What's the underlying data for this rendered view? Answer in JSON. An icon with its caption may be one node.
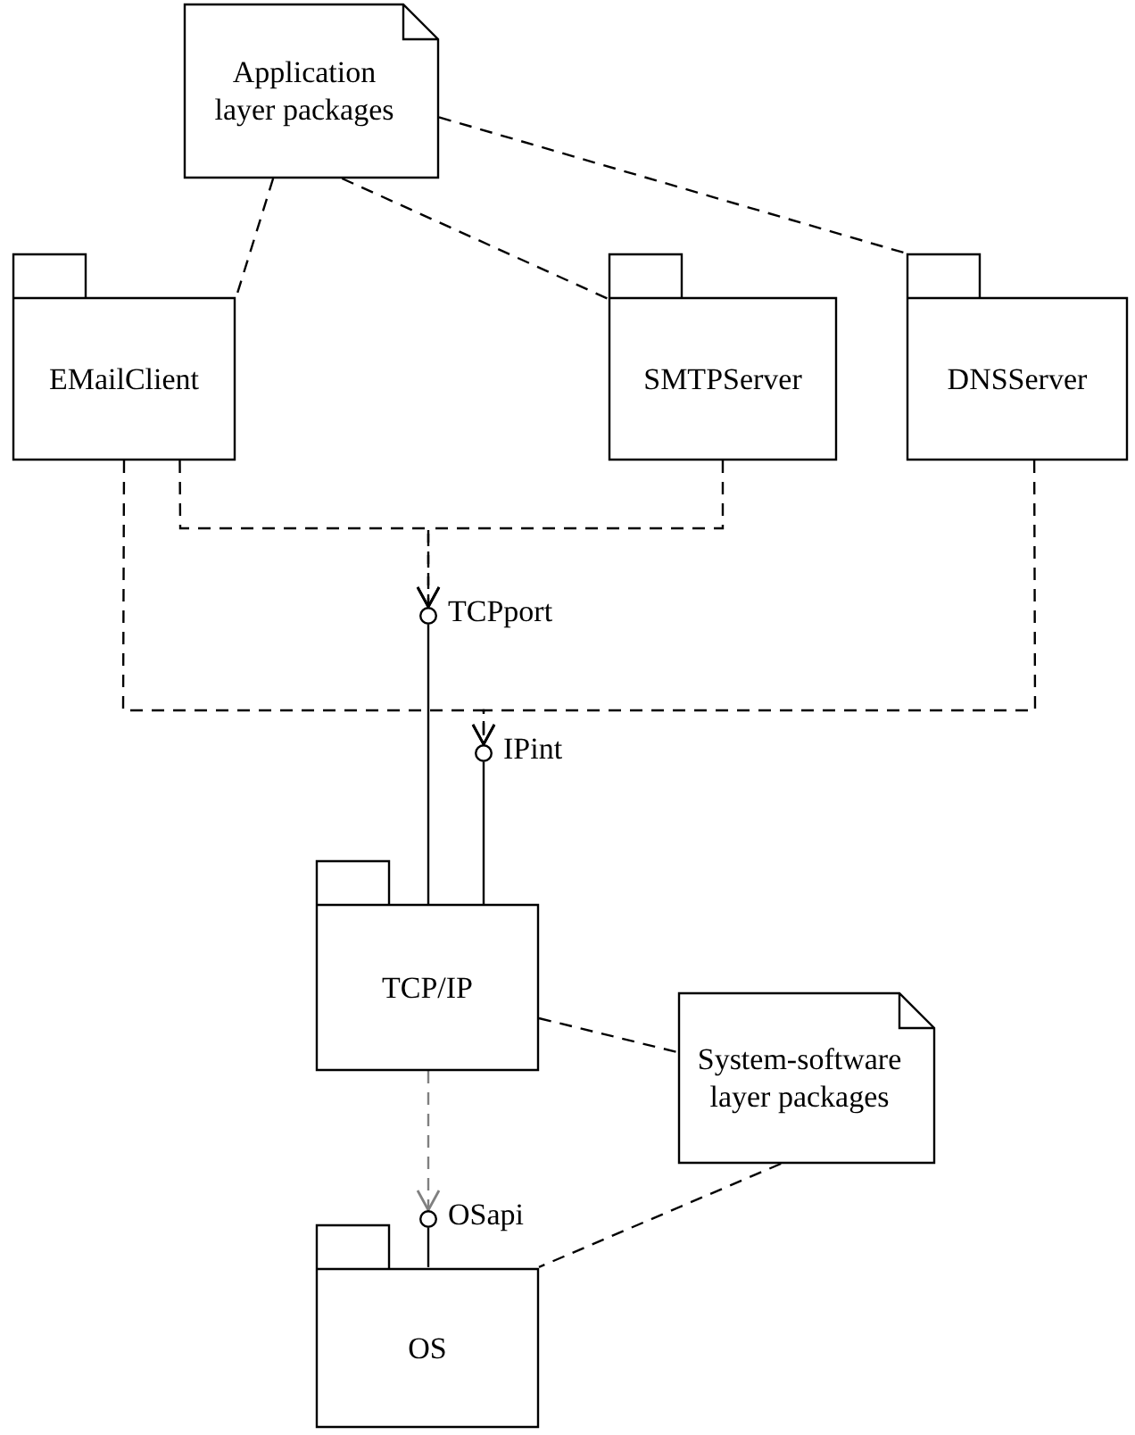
{
  "diagram": {
    "nodes": [
      {
        "text": [
          "Application layer packages"
        ]
      },
      {
        "text": [
          "EMailClient"
        ]
      },
      {
        "text": [
          "SMTPServer"
        ]
      },
      {
        "text": [
          "DNSServer"
        ]
      },
      {
        "text": [],
        "shape": "circle",
        "beside": [
          "TCPport"
        ]
      },
      {
        "text": [],
        "shape": "circle",
        "beside": [
          "IPint"
        ]
      },
      {
        "text": [
          "TCP/IP"
        ]
      },
      {
        "text": [
          "System-software layer packages"
        ]
      },
      {
        "text": [],
        "shape": "circle",
        "beside": [
          "OSapi"
        ]
      },
      {
        "text": [
          "OS"
        ]
      }
    ],
    "edges": [
      {
        "from": 0,
        "to": 1,
        "arrow": "none",
        "style": "dashed"
      },
      {
        "from": 0,
        "to": 2,
        "arrow": "none",
        "style": "dashed"
      },
      {
        "from": 0,
        "to": 3,
        "arrow": "none",
        "style": "dashed"
      },
      {
        "from": 1,
        "to": 4,
        "arrow": "to",
        "style": "dashed"
      },
      {
        "from": 2,
        "to": 4,
        "arrow": "to",
        "style": "dashed"
      },
      {
        "from": 1,
        "to": 5,
        "arrow": "to",
        "style": "dashed"
      },
      {
        "from": 3,
        "to": 5,
        "arrow": "to",
        "style": "dashed"
      },
      {
        "from": 4,
        "to": 6,
        "arrow": "none"
      },
      {
        "from": 5,
        "to": 6,
        "arrow": "none"
      },
      {
        "from": 6,
        "to": 7,
        "arrow": "none",
        "style": "dashed"
      },
      {
        "from": 7,
        "to": 9,
        "arrow": "none",
        "style": "dashed"
      },
      {
        "from": 6,
        "to": 8,
        "arrow": "to",
        "style": "dashed",
        "color": "#808080"
      },
      {
        "from": 8,
        "to": 9,
        "arrow": "none"
      }
    ]
  }
}
